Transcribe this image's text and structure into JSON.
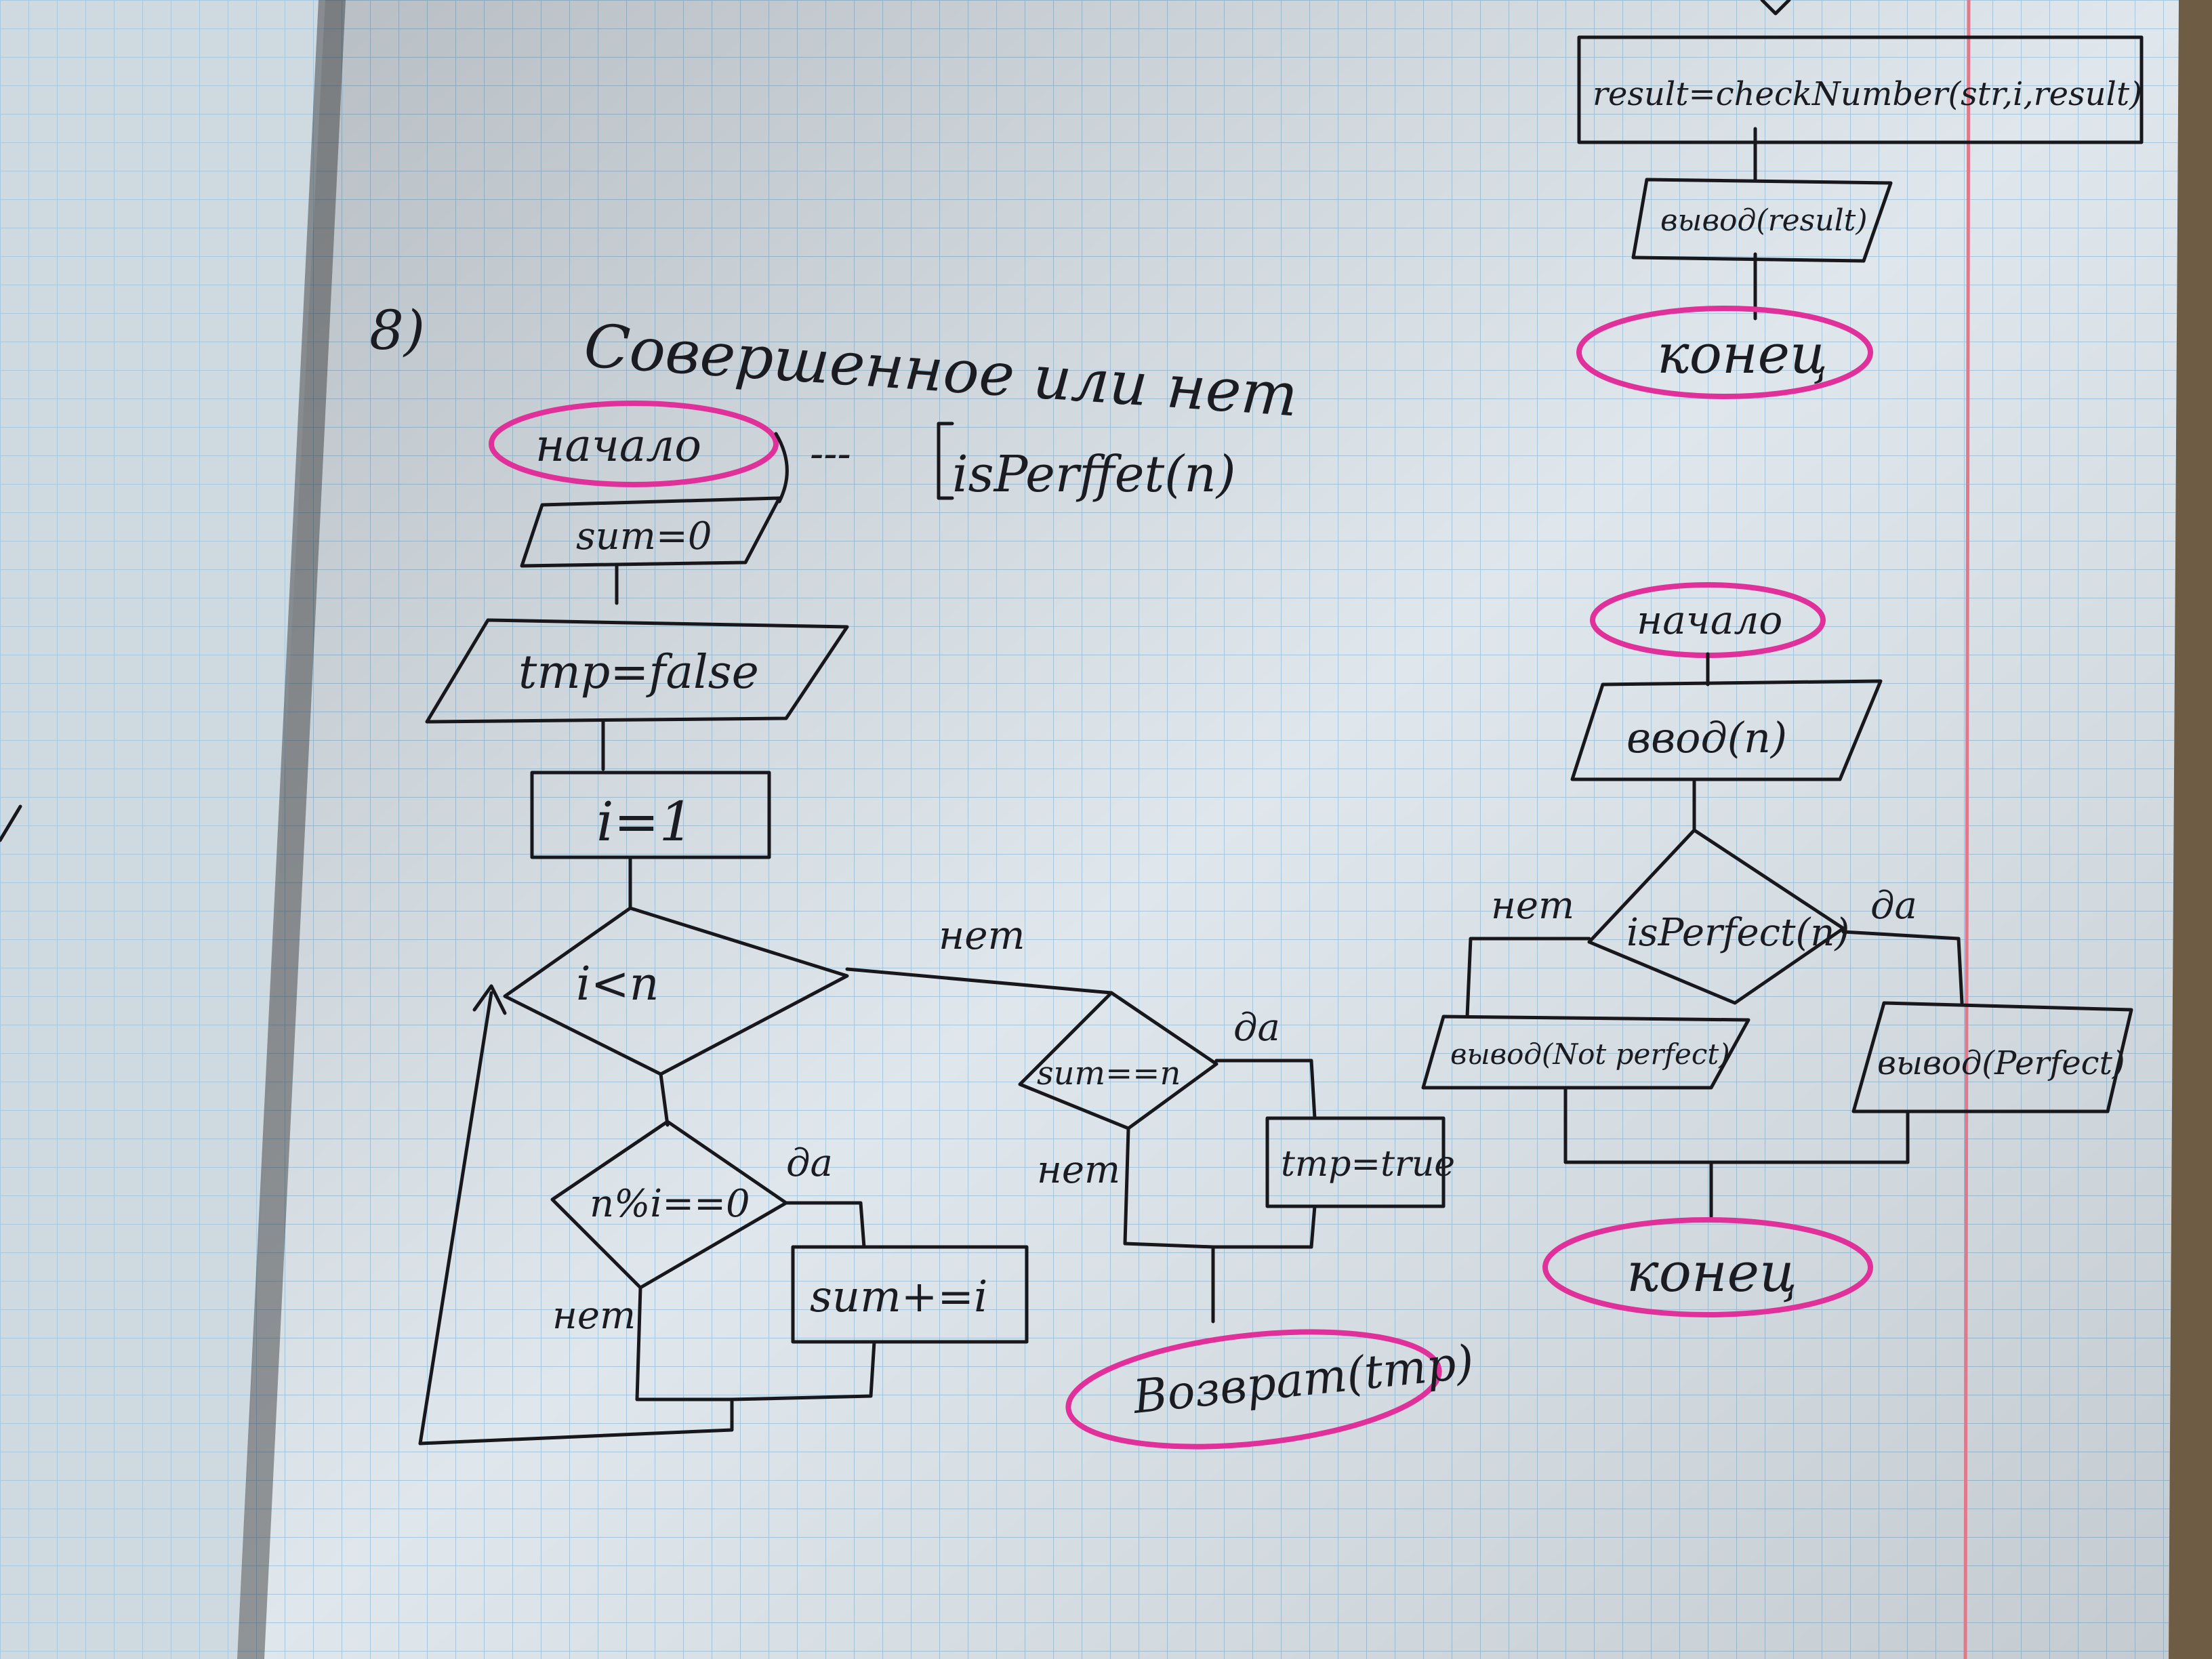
{
  "title": {
    "number": "8)",
    "text": "Совершенное или нет"
  },
  "top_right_flow": {
    "assign": "result=checkNumber(str,i,result)",
    "output": "вывод(result)",
    "end": "конец"
  },
  "func_note": {
    "dashes": "---",
    "signature": "isPerffet(n)"
  },
  "func_flow": {
    "start": "начало",
    "sum_init": "sum=0",
    "tmp_init": "tmp=false",
    "i_init": "i=1",
    "loop_cond": "i<n",
    "mod_cond": "n%i==0",
    "sum_add": "sum+=i",
    "sum_cond": "sum==n",
    "tmp_set": "tmp=true",
    "return": "Возврат(tmp)",
    "yes_mod": "да",
    "no_mod": "нет",
    "no_loop": "нет",
    "yes_sum": "да",
    "no_sum": "нет"
  },
  "main_flow": {
    "start": "начало",
    "input": "ввод(n)",
    "cond": "isPerfect(n)",
    "no": "нет",
    "yes": "да",
    "out_not": "вывод(Not perfect)",
    "out_yes": "вывод(Perfect)",
    "end": "конец"
  },
  "colors": {
    "paper": "#dde6ec",
    "grid": "#9ec3dd",
    "ink": "#17171c",
    "highlight": "#e0309a",
    "margin_line": "#e07a8a"
  }
}
